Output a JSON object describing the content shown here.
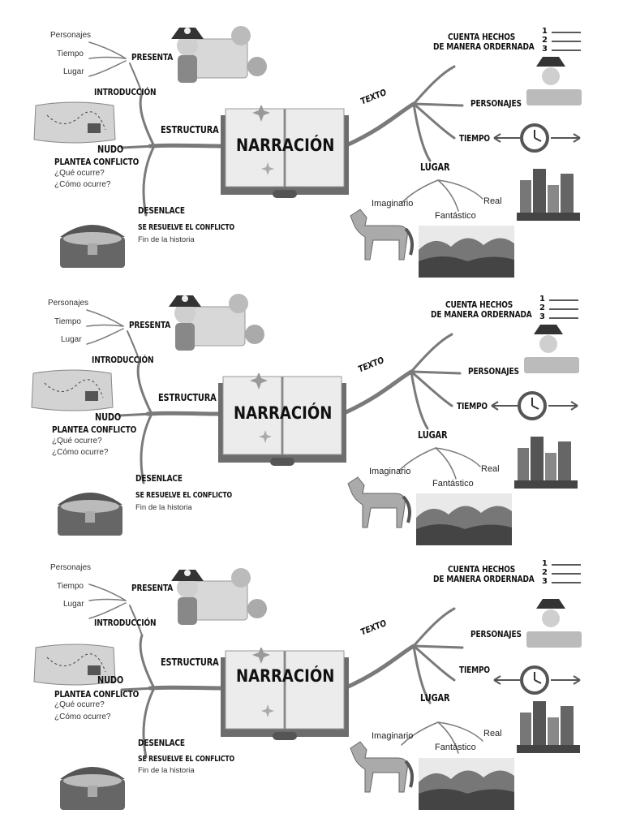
{
  "panels": [
    {
      "title": "NARRACIÓN",
      "presenta": "PRESENTA",
      "personajes_small": "Personajes",
      "tiempo_small": "Tiempo",
      "lugar_small": "Lugar",
      "introduccion": "INTRODUCCIÓN",
      "estructura": "ESTRUCTURA",
      "nudo": "NUDO",
      "plantea": "PLANTEA CONFLICTO",
      "que": "¿Qué ocurre?",
      "como": "¿Cómo ocurre?",
      "desenlace": "DESENLACE",
      "resuelve": "SE RESUELVE EL  CONFLICTO",
      "fin": "Fin de la historia",
      "texto": "TEXTO",
      "cuenta1": "CUENTA HECHOS",
      "cuenta2": "DE MANERA ORDERNADA",
      "n1": "1",
      "n2": "2",
      "n3": "3",
      "personajes": "PERSONAJES",
      "tiempo": "TIEMPO",
      "lugar": "LUGAR",
      "imaginario": "Imaginario",
      "fantastico": "Fantástico",
      "real": "Real"
    },
    {
      "title": "NARRACIÓN",
      "presenta": "PRESENTA",
      "personajes_small": "Personajes",
      "tiempo_small": "Tiempo",
      "lugar_small": "Lugar",
      "introduccion": "INTRODUCCIÓN",
      "estructura": "ESTRUCTURA",
      "nudo": "NUDO",
      "plantea": "PLANTEA CONFLICTO",
      "que": "¿Qué ocurre?",
      "como": "¿Cómo ocurre?",
      "desenlace": "DESENLACE",
      "resuelve": "SE RESUELVE EL  CONFLICTO",
      "fin": "Fin de la historia",
      "texto": "TEXTO",
      "cuenta1": "CUENTA HECHOS",
      "cuenta2": "DE MANERA ORDERNADA",
      "n1": "1",
      "n2": "2",
      "n3": "3",
      "personajes": "PERSONAJES",
      "tiempo": "TIEMPO",
      "lugar": "LUGAR",
      "imaginario": "Imaginario",
      "fantastico": "Fantástico",
      "real": "Real"
    },
    {
      "title": "NARRACIÓN",
      "presenta": "PRESENTA",
      "personajes_small": "Personajes",
      "tiempo_small": "Tiempo",
      "lugar_small": "Lugar",
      "introduccion": "INTRODUCCIÓN",
      "estructura": "ESTRUCTURA",
      "nudo": "NUDO",
      "plantea": "PLANTEA CONFLICTO",
      "que": "¿Qué ocurre?",
      "como": "¿Cómo ocurre?",
      "desenlace": "DESENLACE",
      "resuelve": "SE RESUELVE EL  CONFLICTO",
      "fin": "Fin de la historia",
      "texto": "TEXTO",
      "cuenta1": "CUENTA HECHOS",
      "cuenta2": "DE MANERA ORDERNADA",
      "n1": "1",
      "n2": "2",
      "n3": "3",
      "personajes": "PERSONAJES",
      "tiempo": "TIEMPO",
      "lugar": "LUGAR",
      "imaginario": "Imaginario",
      "fantastico": "Fantástico",
      "real": "Real"
    }
  ],
  "icons": [
    "pirate-kids-map-icon",
    "treasure-map-icon",
    "treasure-chest-icon",
    "open-book-icon",
    "pirate-reading-icon",
    "clock-icon",
    "city-icon",
    "horse-icon",
    "forest-landscape-icon"
  ]
}
